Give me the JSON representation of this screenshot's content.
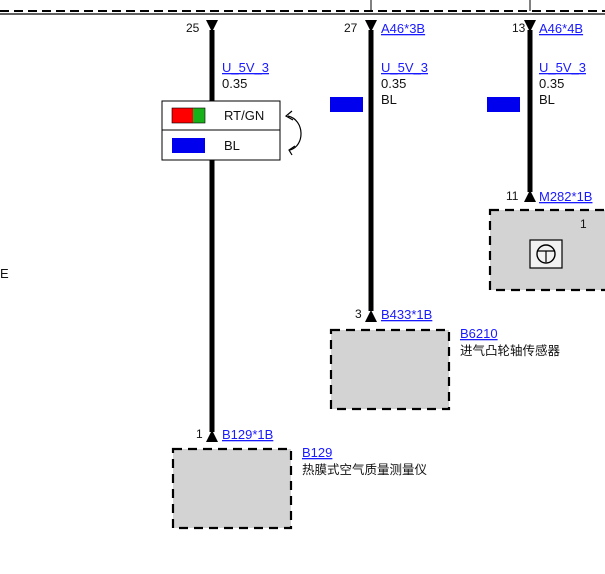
{
  "top_pins": {
    "left": "25",
    "middle": "27",
    "right": "13"
  },
  "top_connectors": {
    "middle": "A46*3B",
    "right": "A46*4B"
  },
  "wires": {
    "left": {
      "signal": "U_5V_3",
      "gauge": "0.35"
    },
    "middle": {
      "signal": "U_5V_3",
      "gauge": "0.35",
      "color": "BL"
    },
    "right": {
      "signal": "U_5V_3",
      "gauge": "0.35",
      "color": "BL"
    }
  },
  "color_option_legend": {
    "option_1": "RT/GN",
    "option_2": "BL"
  },
  "colors": {
    "wire": "#000000",
    "rt": "#ff0000",
    "gn": "#19b119",
    "bl": "#0000ee",
    "component_fill": "#d3d3d3",
    "link": "#1a1aff"
  },
  "cut_off_left_text": "E",
  "components": {
    "m282": {
      "pin": "11",
      "connector": "M282*1B",
      "corner_pin": "1",
      "icon": "motor-transistor-icon"
    },
    "b6210": {
      "pin": "3",
      "connector": "B433*1B",
      "id": "B6210",
      "name": "进气凸轮轴传感器"
    },
    "b129": {
      "pin": "1",
      "connector": "B129*1B",
      "id": "B129",
      "name": "热膜式空气质量测量仪"
    }
  }
}
